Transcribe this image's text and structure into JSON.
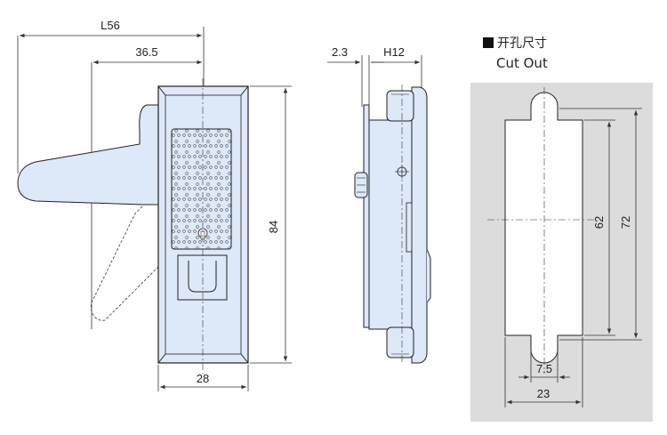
{
  "colors": {
    "part_fill": "#dde8f8",
    "part_fill_dark": "#c8d8f2",
    "outline": "#222222",
    "cutout_background": "#dcdcdc",
    "cutout_hole": "#ffffff"
  },
  "front_view": {
    "dim_total_length": "L56",
    "dim_handle_length": "36.5",
    "dim_height": "84",
    "dim_width": "28"
  },
  "side_view": {
    "dim_thickness": "2.3",
    "dim_height": "H12"
  },
  "cutout": {
    "title_cn": "开孔尺寸",
    "title_en": "Cut Out",
    "dim_height_inner": "62",
    "dim_height_outer": "72",
    "dim_slot_width": "7.5",
    "dim_width": "23"
  }
}
